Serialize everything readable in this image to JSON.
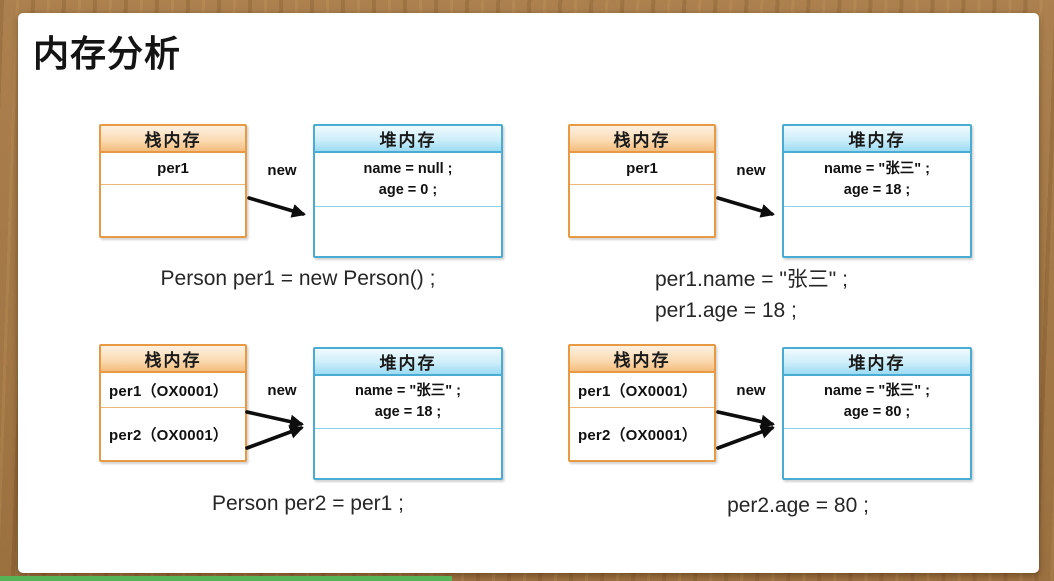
{
  "slide": {
    "title": "内存分析"
  },
  "labels": {
    "stack_header": "栈内存",
    "heap_header": "堆内存",
    "new": "new"
  },
  "colors": {
    "stack_border": "#e79a43",
    "heap_border": "#4aabd3",
    "wood_background": "#a87a45",
    "progress_green": "#56b456"
  },
  "diagrams": [
    {
      "step": "step1",
      "stack_rows": [
        "per1",
        ""
      ],
      "heap_lines": [
        "name = null ;",
        "age = 0 ;"
      ],
      "caption_lines": [
        "Person per1 = new Person() ;"
      ]
    },
    {
      "step": "step2",
      "stack_rows": [
        "per1",
        ""
      ],
      "heap_lines": [
        "name = \"张三\" ;",
        "age = 18 ;"
      ],
      "caption_lines": [
        "per1.name = \"张三\" ;",
        "per1.age = 18 ;"
      ]
    },
    {
      "step": "step3",
      "stack_rows": [
        "per1（OX0001）",
        "per2（OX0001）"
      ],
      "heap_lines": [
        "name = \"张三\" ;",
        "age = 18 ;"
      ],
      "caption_lines": [
        "Person per2 = per1 ;"
      ]
    },
    {
      "step": "step4",
      "stack_rows": [
        "per1（OX0001）",
        "per2（OX0001）"
      ],
      "heap_lines": [
        "name = \"张三\" ;",
        "age = 80 ;"
      ],
      "caption_lines": [
        "per2.age = 80 ;"
      ]
    }
  ]
}
